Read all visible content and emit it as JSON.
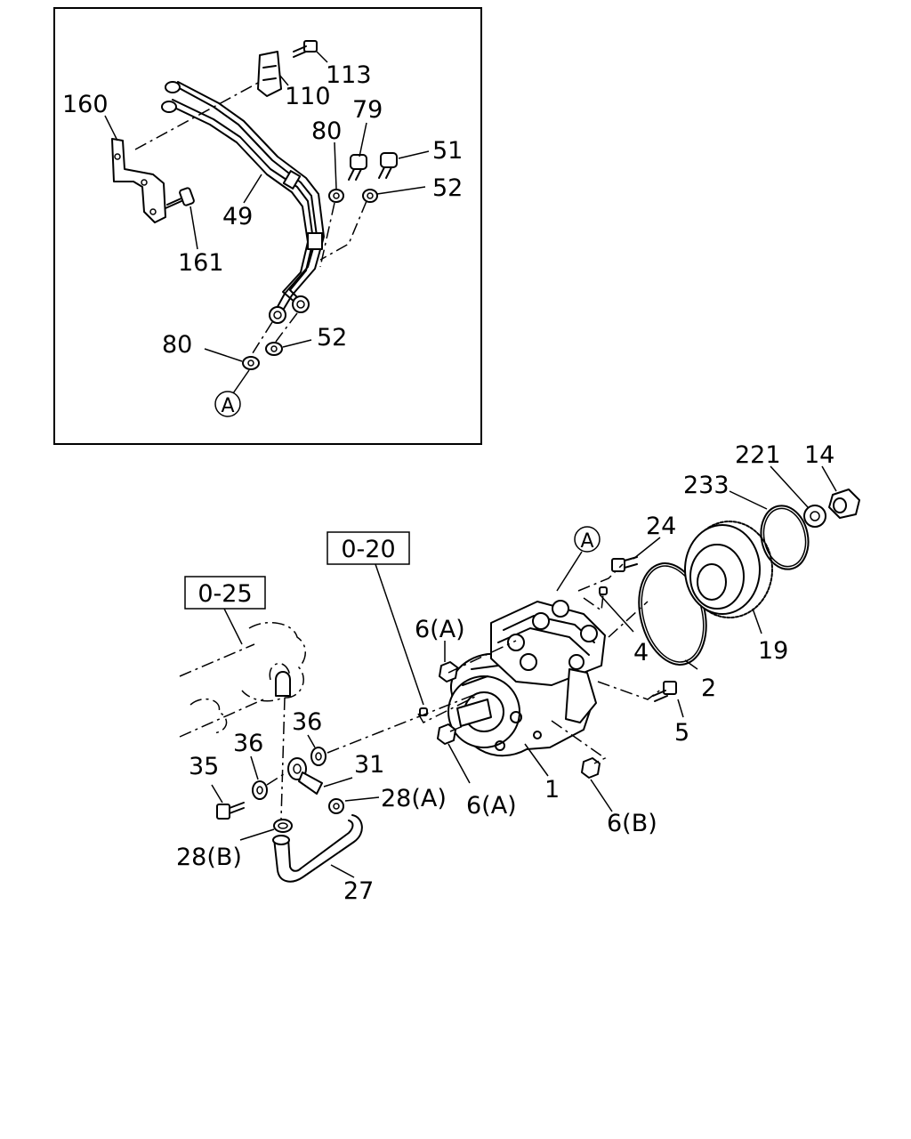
{
  "diagram": {
    "detail_marker": "A",
    "callouts": {
      "p113": "113",
      "p110": "110",
      "p160": "160",
      "p79": "79",
      "p80_top": "80",
      "p51": "51",
      "p52_top": "52",
      "p49": "49",
      "p161": "161",
      "p80_bottom": "80",
      "p52_bottom": "52",
      "p221": "221",
      "p14": "14",
      "p233": "233",
      "p24": "24",
      "p0_20": "0-20",
      "p0_25": "0-25",
      "p6a_top": "6(A)",
      "p4": "4",
      "p19": "19",
      "p2": "2",
      "p36_right": "36",
      "p36_left": "36",
      "p5": "5",
      "p35": "35",
      "p31": "31",
      "p28a": "28(A)",
      "p6a_bottom": "6(A)",
      "p1": "1",
      "p6b": "6(B)",
      "p28b": "28(B)",
      "p27": "27"
    }
  }
}
